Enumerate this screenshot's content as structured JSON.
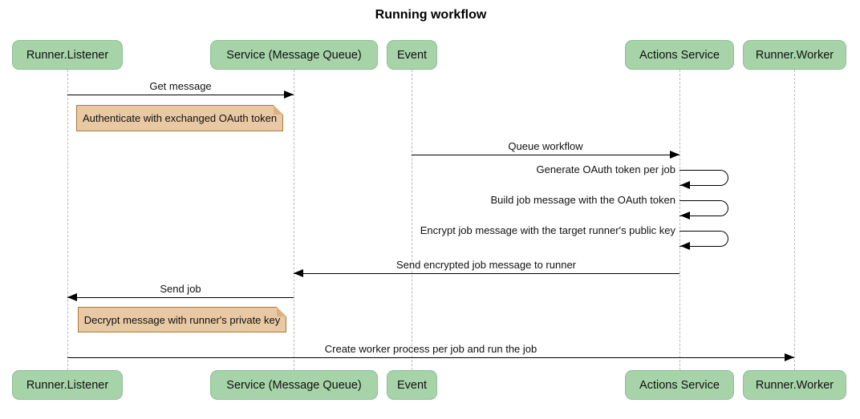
{
  "title": "Running workflow",
  "colors": {
    "actor_fill": "#a6d3a8",
    "note_fill": "#e8c9a4",
    "note_border": "#aa7940",
    "lifeline": "#b9b9b9",
    "arrow": "#000000",
    "background": "#ffffff"
  },
  "participants": [
    {
      "label": "Runner.Listener"
    },
    {
      "label": "Service (Message Queue)"
    },
    {
      "label": "Event"
    },
    {
      "label": "Actions Service"
    },
    {
      "label": "Runner.Worker"
    }
  ],
  "messages": [
    {
      "text": "Get message",
      "from": "Runner.Listener",
      "to": "Service (Message Queue)",
      "type": "arrow"
    },
    {
      "text": "Queue workflow",
      "from": "Event",
      "to": "Actions Service",
      "type": "arrow"
    },
    {
      "text": "Generate OAuth token per job",
      "from": "Actions Service",
      "to": "Actions Service",
      "type": "self"
    },
    {
      "text": "Build job message with the OAuth token",
      "from": "Actions Service",
      "to": "Actions Service",
      "type": "self"
    },
    {
      "text": "Encrypt job message with the target runner's public key",
      "from": "Actions Service",
      "to": "Actions Service",
      "type": "self"
    },
    {
      "text": "Send encrypted job message to runner",
      "from": "Actions Service",
      "to": "Service (Message Queue)",
      "type": "arrow"
    },
    {
      "text": "Send job",
      "from": "Service (Message Queue)",
      "to": "Runner.Listener",
      "type": "arrow"
    },
    {
      "text": "Create worker process per job and run the job",
      "from": "Runner.Listener",
      "to": "Runner.Worker",
      "type": "arrow"
    }
  ],
  "notes": [
    {
      "text": "Authenticate with exchanged OAuth token",
      "over": "Runner.Listener, Service (Message Queue)"
    },
    {
      "text": "Decrypt message with runner's private key",
      "over": "Runner.Listener, Service (Message Queue)"
    }
  ]
}
